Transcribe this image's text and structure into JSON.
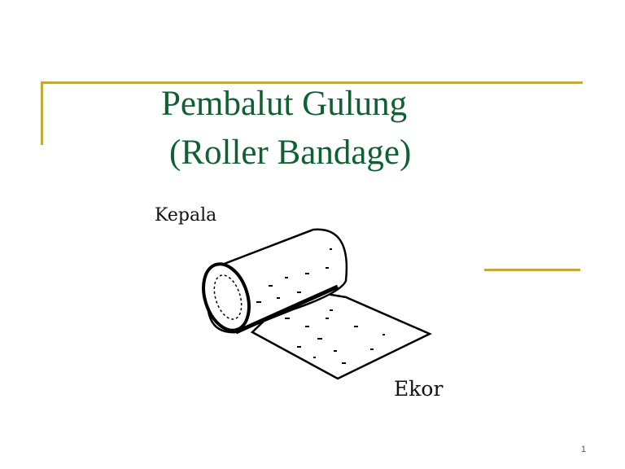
{
  "slide": {
    "title_line1": "Pembalut Gulung",
    "title_line2": "(Roller Bandage)",
    "illustration": {
      "label_head": "Kepala",
      "label_tail": "Ekor",
      "description": "roller-bandage-drawing"
    },
    "page_number": "1",
    "colors": {
      "title": "#0f6132",
      "accent_line": "#c9a83a"
    }
  }
}
